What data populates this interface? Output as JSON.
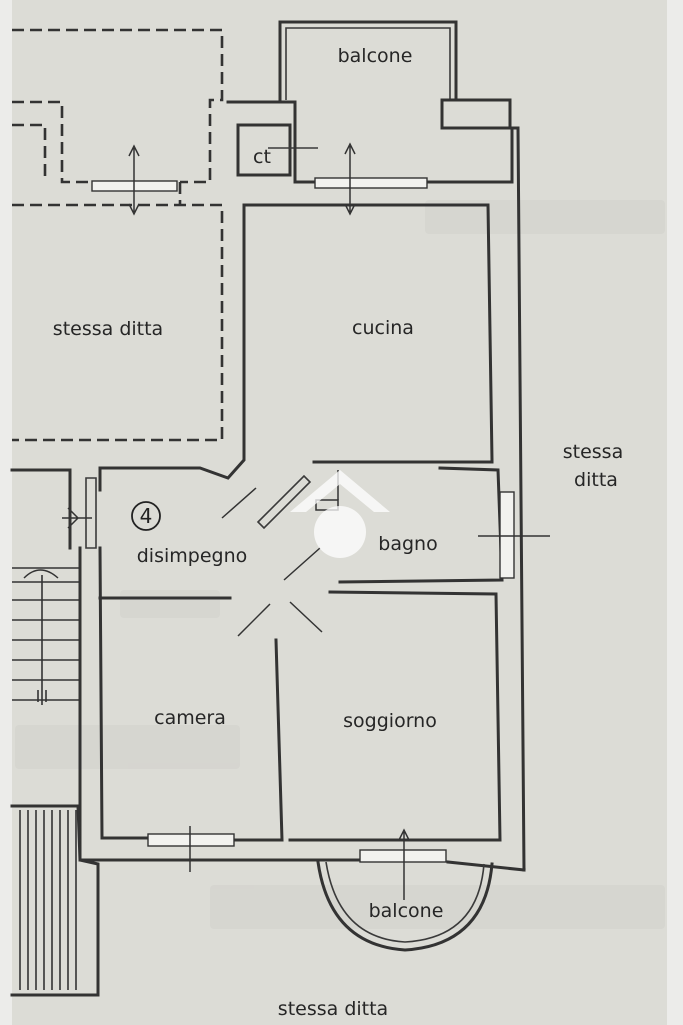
{
  "rooms": {
    "balcone_top": "balcone",
    "ct": "ct",
    "stessa_ditta_left": "stessa ditta",
    "cucina": "cucina",
    "stessa_ditta_right": "stessa\nditta",
    "disimpegno": "disimpegno",
    "bagno": "bagno",
    "camera": "camera",
    "soggiorno": "soggiorno",
    "balcone_bottom": "balcone",
    "stessa_ditta_bottom": "stessa ditta"
  },
  "unit_number": "4",
  "colors": {
    "wall": "#333333",
    "paper": "#e2e1dc",
    "watermark": "#ffffff"
  }
}
